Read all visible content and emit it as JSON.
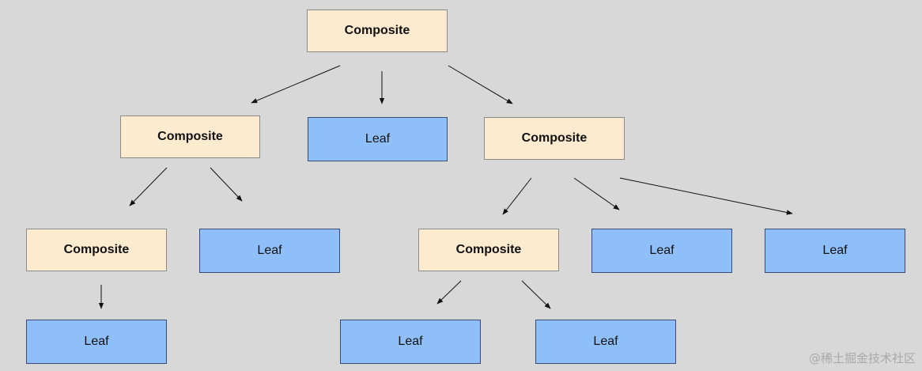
{
  "nodes": {
    "root": "Composite",
    "left": "Composite",
    "mid_leaf": "Leaf",
    "right": "Composite",
    "left_child": "Composite",
    "left_leaf": "Leaf",
    "left_child_leaf": "Leaf",
    "right_child": "Composite",
    "right_leaf_1": "Leaf",
    "right_leaf_2": "Leaf",
    "right_child_leaf_1": "Leaf",
    "right_child_leaf_2": "Leaf"
  },
  "colors": {
    "composite_fill": "#fdebd0",
    "leaf_fill": "#8fbff9",
    "background": "#d8d8d8",
    "edge": "#111111"
  },
  "watermark": "@稀土掘金技术社区"
}
